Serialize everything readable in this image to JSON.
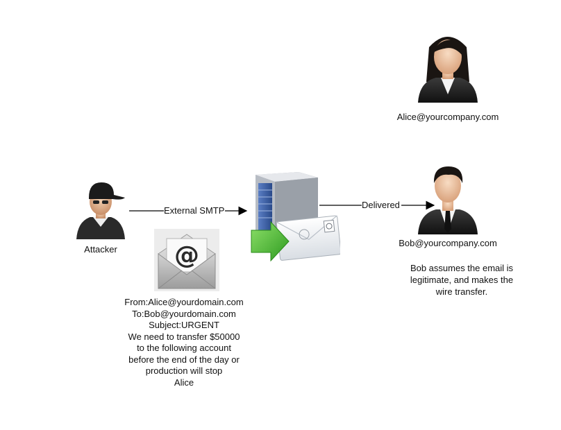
{
  "alice": {
    "label": "Alice@yourcompany.com"
  },
  "bob": {
    "label": "Bob@yourcompany.com"
  },
  "attacker": {
    "label": "Attacker"
  },
  "arrows": {
    "external_smtp": "External SMTP",
    "delivered": "Delivered"
  },
  "email_text": [
    "From:Alice@yourdomain.com",
    "To:Bob@yourdomain.com",
    "Subject:URGENT",
    "We need to transfer $50000",
    "to the following account",
    "before the end of the day or",
    "production will stop",
    "Alice"
  ],
  "bob_note": [
    "Bob assumes the email is",
    "legitimate, and makes the",
    "wire transfer."
  ],
  "icons": {
    "alice": "businesswoman-icon",
    "bob": "businessman-icon",
    "attacker": "hacker-icon",
    "server": "mail-server-icon",
    "envelope": "email-envelope-icon"
  },
  "colors": {
    "arrow_green": "#3fb02a",
    "server_blue": "#3d62a8",
    "suit": "#1c1c1c",
    "skin": "#f2c9a6"
  }
}
